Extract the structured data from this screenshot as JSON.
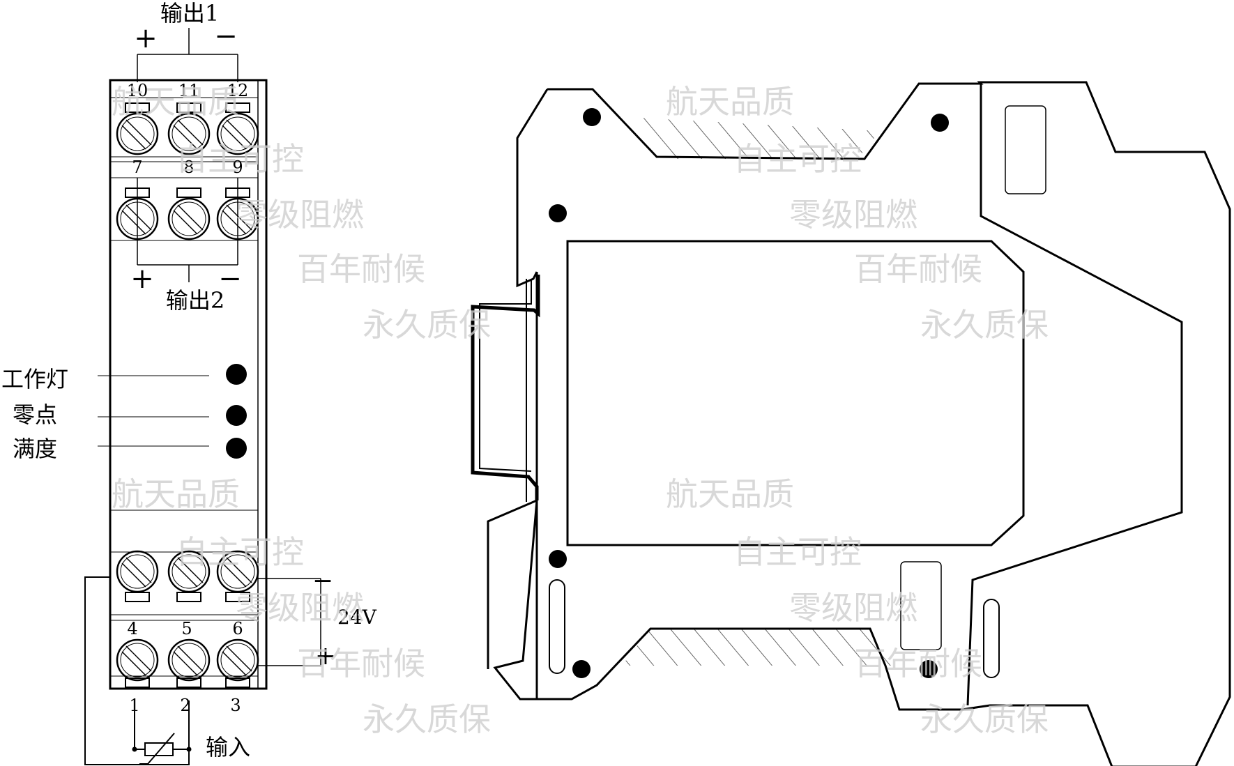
{
  "front_view": {
    "output1_label": "输出1",
    "output2_label": "输出2",
    "plus_sign": "+",
    "minus_sign": "−",
    "terminals_top": [
      "10",
      "11",
      "12"
    ],
    "terminals_upper": [
      "7",
      "8",
      "9"
    ],
    "terminals_lower": [
      "4",
      "5",
      "6"
    ],
    "terminals_bottom": [
      "1",
      "2",
      "3"
    ],
    "indicators": {
      "work_light": "工作灯",
      "zero": "零点",
      "full_scale": "满度"
    },
    "supply_voltage": "24V",
    "input_label": "输入"
  },
  "watermark_words": [
    "航天品质",
    "自主可控",
    "零级阻燃",
    "百年耐候",
    "永久质保"
  ],
  "colors": {
    "line": "#000000",
    "watermark": "#cfcfcf",
    "hatch": "#555555",
    "background": "#ffffff"
  }
}
